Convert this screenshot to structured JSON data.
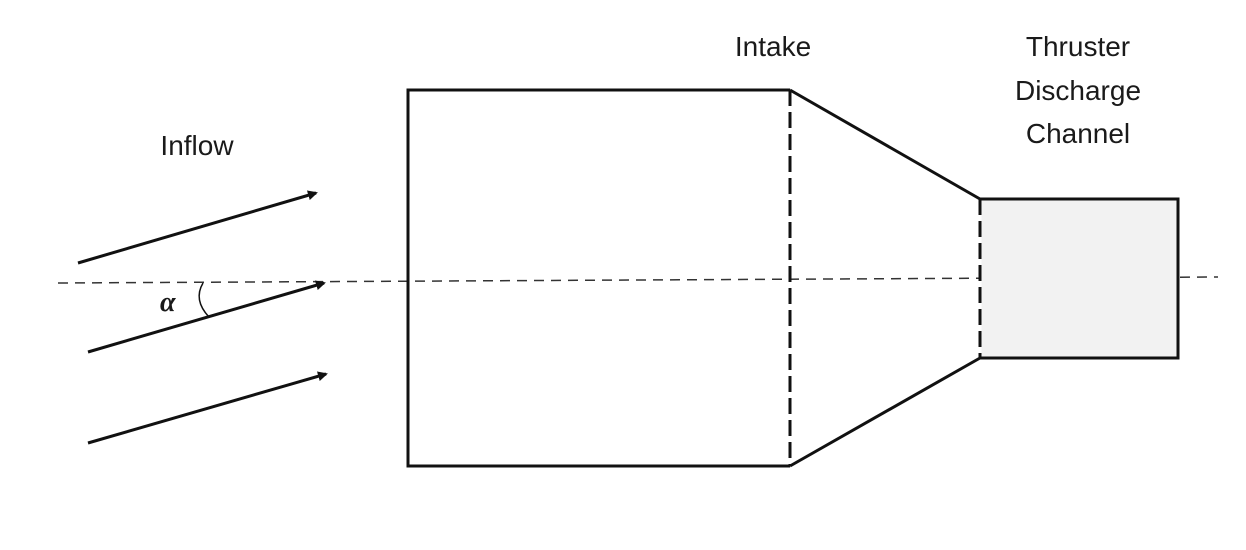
{
  "diagram": {
    "labels": {
      "inflow": "Inflow",
      "intake": "Intake",
      "thruster_line1": "Thruster",
      "thruster_line2": "Discharge",
      "thruster_line3": "Channel",
      "angle": "α"
    },
    "colors": {
      "stroke": "#111111",
      "thruster_fill": "#f2f2f2",
      "background": "#ffffff"
    },
    "components": [
      "inflow-arrows",
      "intake-body",
      "intake-funnel",
      "thruster-discharge-channel",
      "centerline-axis"
    ],
    "inflow_arrow_count": 3
  }
}
